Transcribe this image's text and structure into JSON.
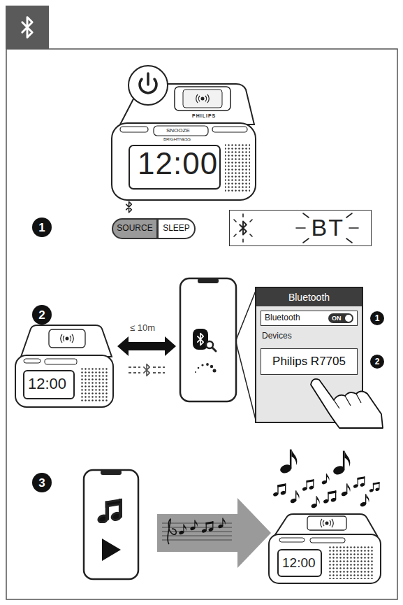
{
  "diagram": {
    "nodes": [
      {
        "text": [
          "SOURCE"
        ]
      },
      {
        "text": [
          "SLEEP"
        ]
      },
      {
        "text": [
          "BT"
        ]
      },
      {
        "text": [
          "Bluetooth",
          "Devices"
        ]
      },
      {
        "text": [
          "Bluetooth"
        ],
        "in": 3
      },
      {
        "text": [
          "ON"
        ],
        "in": 4
      },
      {
        "text": [
          "Philips R7705"
        ],
        "in": 3
      }
    ],
    "labels": [
      "12:00",
      "PHILIPS",
      "SNOOZE",
      "BRIGHTNESS",
      "1",
      "2",
      "≤ 10m",
      "12:00",
      "1",
      "2",
      "3",
      "12:00"
    ]
  }
}
